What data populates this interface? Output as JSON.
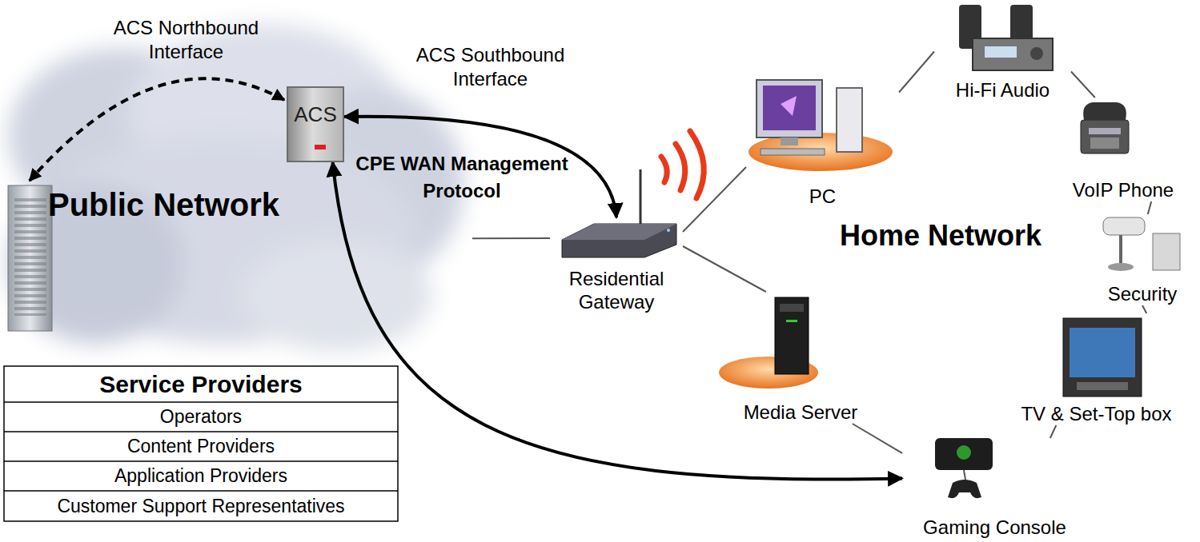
{
  "diagram": {
    "nodes": [
      {
        "text": [
          "Public Network"
        ]
      },
      {
        "text": [
          "ACS"
        ],
        "in": 0
      },
      {
        "text": [
          "Residential Gateway"
        ]
      },
      {
        "text": [
          "PC"
        ]
      },
      {
        "text": [
          "Hi-Fi Audio"
        ]
      },
      {
        "text": [
          "VoIP Phone"
        ]
      },
      {
        "text": [
          "Security"
        ]
      },
      {
        "text": [
          "TV & Set-Top box"
        ]
      },
      {
        "text": [
          "Gaming Console"
        ]
      },
      {
        "text": [
          "Media Server"
        ]
      }
    ],
    "edges": [
      {
        "from": 1,
        "to": 2,
        "arrow": "both",
        "label": "CPE WAN Management Protocol"
      },
      {
        "from": 1,
        "to": 8,
        "arrow": "both"
      },
      {
        "from": 0,
        "to": 2,
        "arrow": "none"
      },
      {
        "from": 2,
        "to": 3,
        "arrow": "none"
      },
      {
        "from": 2,
        "to": 9,
        "arrow": "none"
      },
      {
        "from": 3,
        "to": 4,
        "arrow": "none"
      },
      {
        "from": 4,
        "to": 5,
        "arrow": "none"
      },
      {
        "from": 5,
        "to": 6,
        "arrow": "none"
      },
      {
        "from": 6,
        "to": 7,
        "arrow": "none"
      },
      {
        "from": 7,
        "to": 8,
        "arrow": "none"
      },
      {
        "from": 9,
        "to": 8,
        "arrow": "none"
      }
    ],
    "labels": [
      "ACS Northbound Interface",
      "ACS Southbound Interface",
      "Home Network",
      "Service Providers",
      "Operators",
      "Content Providers",
      "Application Providers",
      "Customer Support Representatives"
    ]
  }
}
